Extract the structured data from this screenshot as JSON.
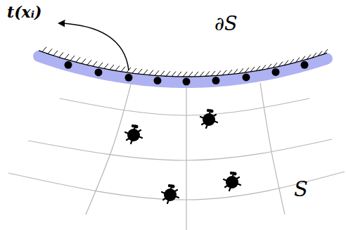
{
  "diagram": {
    "labels": [
      "t(xᵢ)",
      "∂S",
      "S"
    ]
  }
}
